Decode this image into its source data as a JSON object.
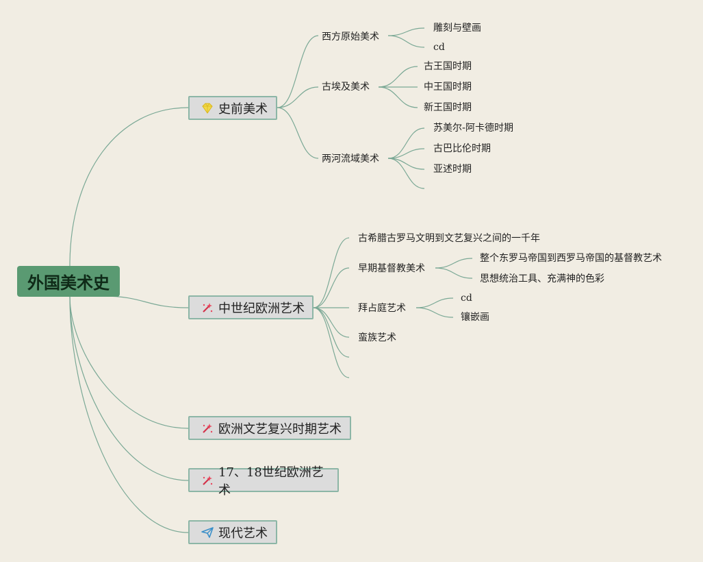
{
  "colors": {
    "background": "#f1ede3",
    "root_fill": "#5a9a72",
    "topic_fill": "#dcdcdc",
    "topic_border": "#8cb6a6",
    "link": "#7aa895"
  },
  "root": {
    "label": "外国美术史"
  },
  "topics": [
    {
      "label": "史前美术",
      "icon": "diamond-icon",
      "subs": [
        {
          "label": "西方原始美术",
          "leaves": [
            "雕刻与壁画",
            "cd"
          ]
        },
        {
          "label": "古埃及美术",
          "leaves": [
            "古王国时期",
            "中王国时期",
            "新王国时期"
          ]
        },
        {
          "label": "两河流域美术",
          "leaves": [
            "苏美尔-阿卡德时期",
            "古巴比伦时期",
            "亚述时期",
            ""
          ]
        }
      ]
    },
    {
      "label": "中世纪欧洲艺术",
      "icon": "sparkle-wand-icon",
      "subs": [
        {
          "label": "古希腊古罗马文明到文艺复兴之间的一千年",
          "leaves": []
        },
        {
          "label": "早期基督教美术",
          "leaves": [
            "整个东罗马帝国到西罗马帝国的基督教艺术",
            "思想统治工具、充满神的色彩"
          ]
        },
        {
          "label": "拜占庭艺术",
          "leaves": [
            "cd",
            "镶嵌画"
          ]
        },
        {
          "label": "蛮族艺术",
          "leaves": []
        },
        {
          "label": "",
          "leaves": []
        },
        {
          "label": "",
          "leaves": []
        }
      ]
    },
    {
      "label": "欧洲文艺复兴时期艺术",
      "icon": "sparkle-wand-icon",
      "subs": []
    },
    {
      "label": "17、18世纪欧洲艺术",
      "icon": "sparkle-wand-icon",
      "subs": []
    },
    {
      "label": "现代艺术",
      "icon": "paper-plane-icon",
      "subs": []
    }
  ]
}
